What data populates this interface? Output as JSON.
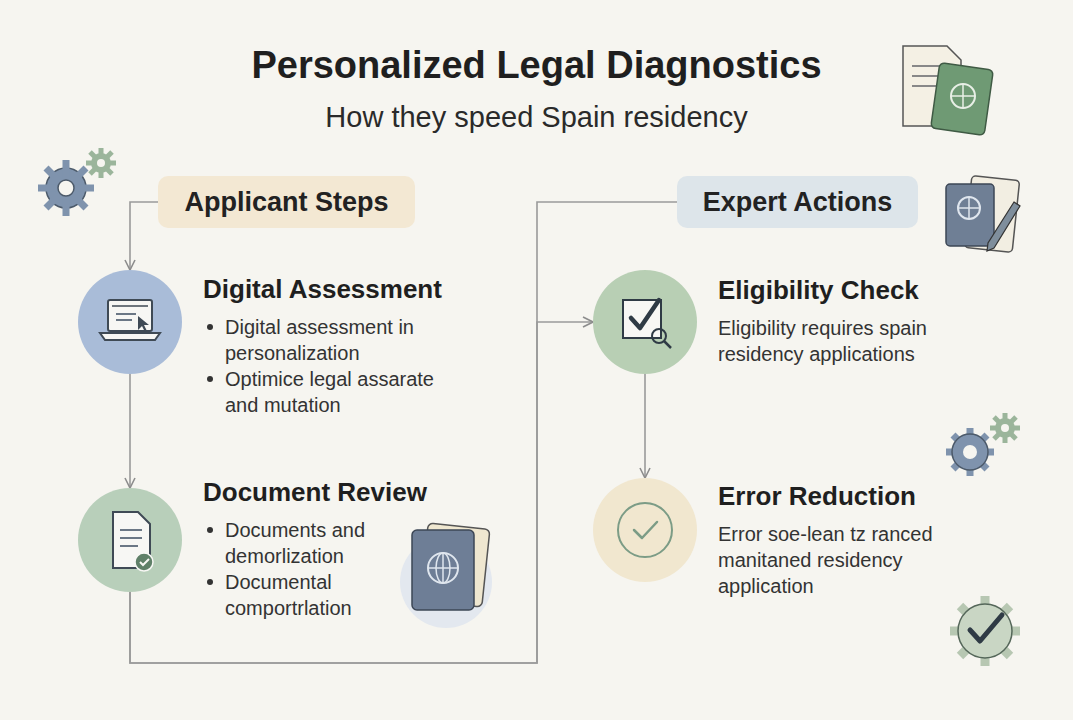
{
  "diagram": {
    "title": "Personalized Legal Diagnostics",
    "caption": "How they speed Spain residency",
    "nodes": [
      {
        "text": [
          "Applicant Steps"
        ]
      },
      {
        "text": [
          "Digital Assessment",
          "Digital assessment in personalization",
          "Optimice legal assarate and mutation"
        ]
      },
      {
        "text": [
          "Document Review",
          "Documents and demorlization",
          "Documental comportrlation"
        ]
      },
      {
        "text": [
          "Expert Actions"
        ]
      },
      {
        "text": [
          "Eligibility Check",
          "Eligibility requires spain residency applications"
        ]
      },
      {
        "text": [
          "Error Reduction",
          "Error soe-lean tz ranced manitaned residency application"
        ]
      }
    ],
    "edges": [
      {
        "from": 0,
        "to": 1,
        "arrow": "to"
      },
      {
        "from": 1,
        "to": 2,
        "arrow": "to"
      },
      {
        "from": 2,
        "to": 3,
        "arrow": "none"
      },
      {
        "from": 2,
        "to": 4,
        "arrow": "to"
      },
      {
        "from": 4,
        "to": 5,
        "arrow": "to"
      }
    ]
  }
}
